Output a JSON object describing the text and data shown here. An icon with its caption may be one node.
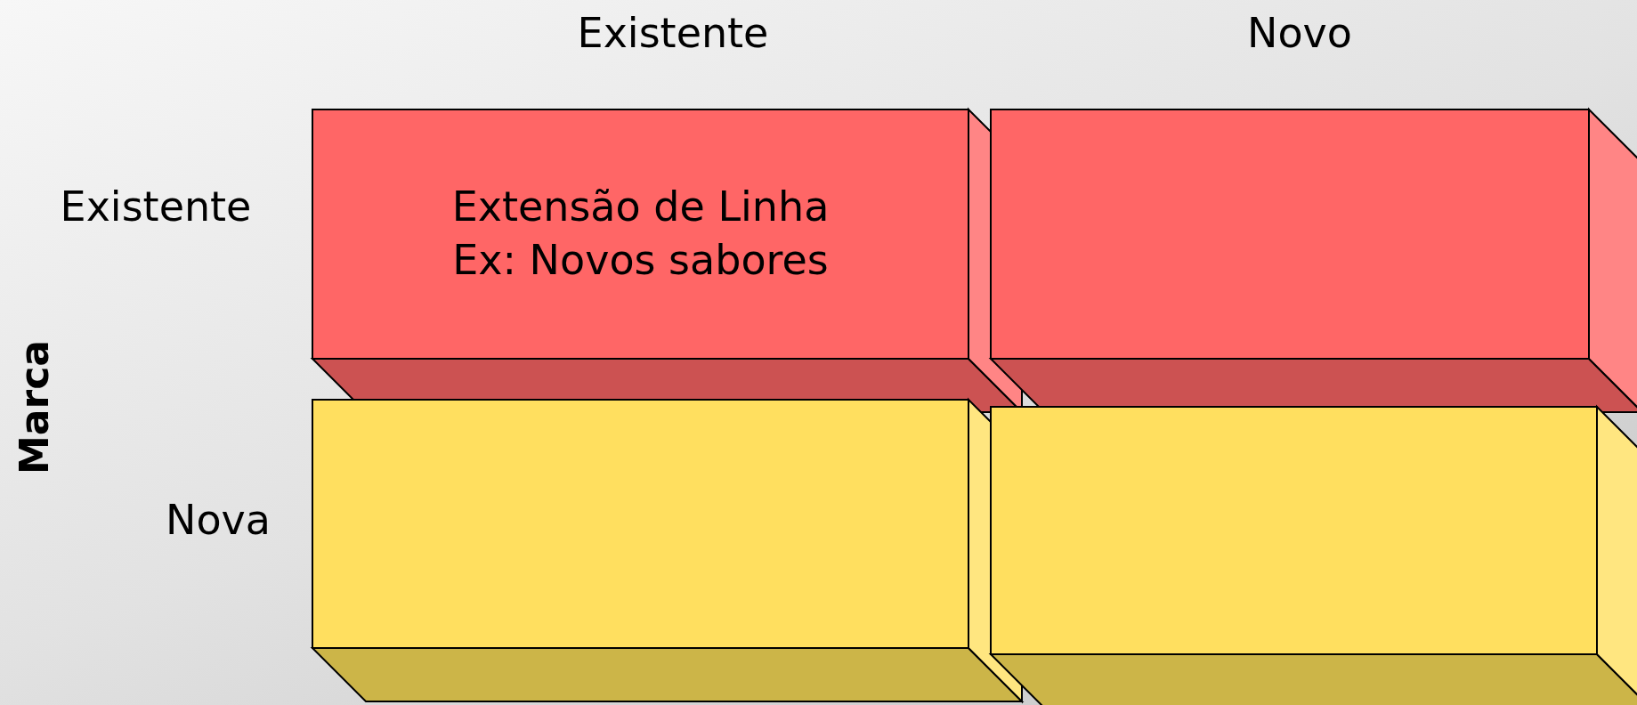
{
  "diagram": {
    "nodes": [
      {
        "text": [
          "Extensão de Linha",
          "Ex: Novos sabores"
        ]
      },
      {
        "text": [],
        "shape": "box"
      },
      {
        "text": [],
        "shape": "box"
      },
      {
        "text": [],
        "shape": "box"
      }
    ],
    "labels": [
      "Existente",
      "Novo",
      "Existente",
      "Marca",
      "Nova"
    ]
  }
}
